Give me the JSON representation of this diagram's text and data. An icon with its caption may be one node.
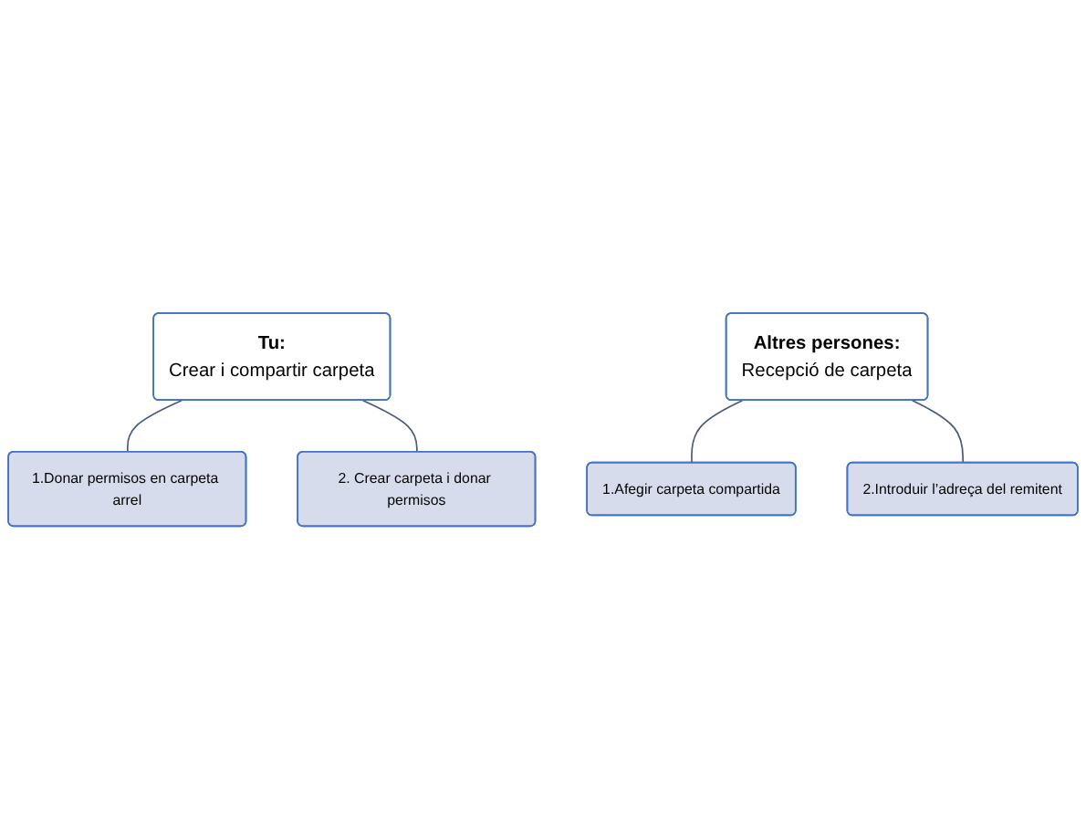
{
  "diagram": {
    "nodes": [
      {
        "text": [
          "Tu:",
          "Crear i compartir carpeta"
        ]
      },
      {
        "text": [
          "1.Donar permisos en carpeta arrel"
        ]
      },
      {
        "text": [
          "2. Crear carpeta i donar permisos"
        ]
      },
      {
        "text": [
          "Altres persones:",
          "Recepció de carpeta"
        ]
      },
      {
        "text": [
          "1.Afegir carpeta compartida"
        ]
      },
      {
        "text": [
          "2.Introduir l’adreça del remitent"
        ]
      }
    ],
    "edges": [
      {
        "from": 0,
        "to": 1,
        "arrow": "none"
      },
      {
        "from": 0,
        "to": 2,
        "arrow": "none"
      },
      {
        "from": 3,
        "to": 4,
        "arrow": "none"
      },
      {
        "from": 3,
        "to": 5,
        "arrow": "none"
      }
    ]
  }
}
